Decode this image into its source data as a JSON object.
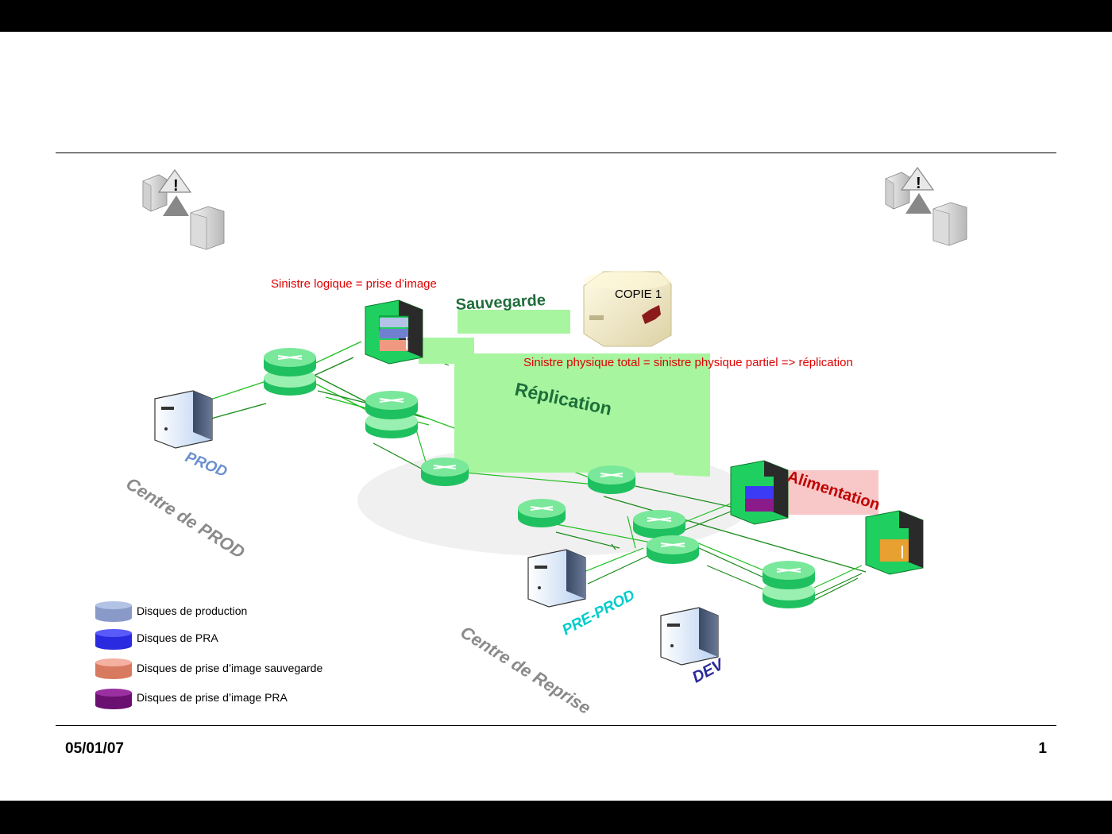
{
  "annotations": {
    "sinistre_logique": "Sinistre logique = prise d’image",
    "sinistre_physique": "Sinistre physique total = sinistre physique partiel => réplication",
    "sauvegarde": "Sauvegarde",
    "replication": "Réplication",
    "alimentation": "Alimentation",
    "copie": "COPIE 1"
  },
  "sites": {
    "prod": "PROD",
    "centre_prod": "Centre de PROD",
    "preprod": "PRE-PROD",
    "centre_reprise": "Centre de Reprise",
    "dev": "DEV"
  },
  "legend": [
    {
      "label": "Disques de production",
      "color": "#b3c3e6",
      "icon": "production-disk-icon"
    },
    {
      "label": "Disques de PRA",
      "color": "#3b3bf5",
      "icon": "pra-disk-icon"
    },
    {
      "label": "Disques de prise d’image sauvegarde",
      "color": "#ef9a80",
      "icon": "backup-snapshot-disk-icon"
    },
    {
      "label": "Disques de prise d’image PRA",
      "color": "#8b1a8b",
      "icon": "pra-snapshot-disk-icon"
    }
  ],
  "footer": {
    "date": "05/01/07",
    "page": "1"
  },
  "colors": {
    "red_text": "#e00000",
    "switch_green": "#2ecc71",
    "link_green": "#1a9a1a",
    "highlight_green": "#a8f5a0",
    "highlight_pink": "#f8c8c8",
    "prod_blue": "#6a8fd0",
    "preprod_cyan": "#00cccc",
    "dev_navy": "#2a2a9a"
  }
}
